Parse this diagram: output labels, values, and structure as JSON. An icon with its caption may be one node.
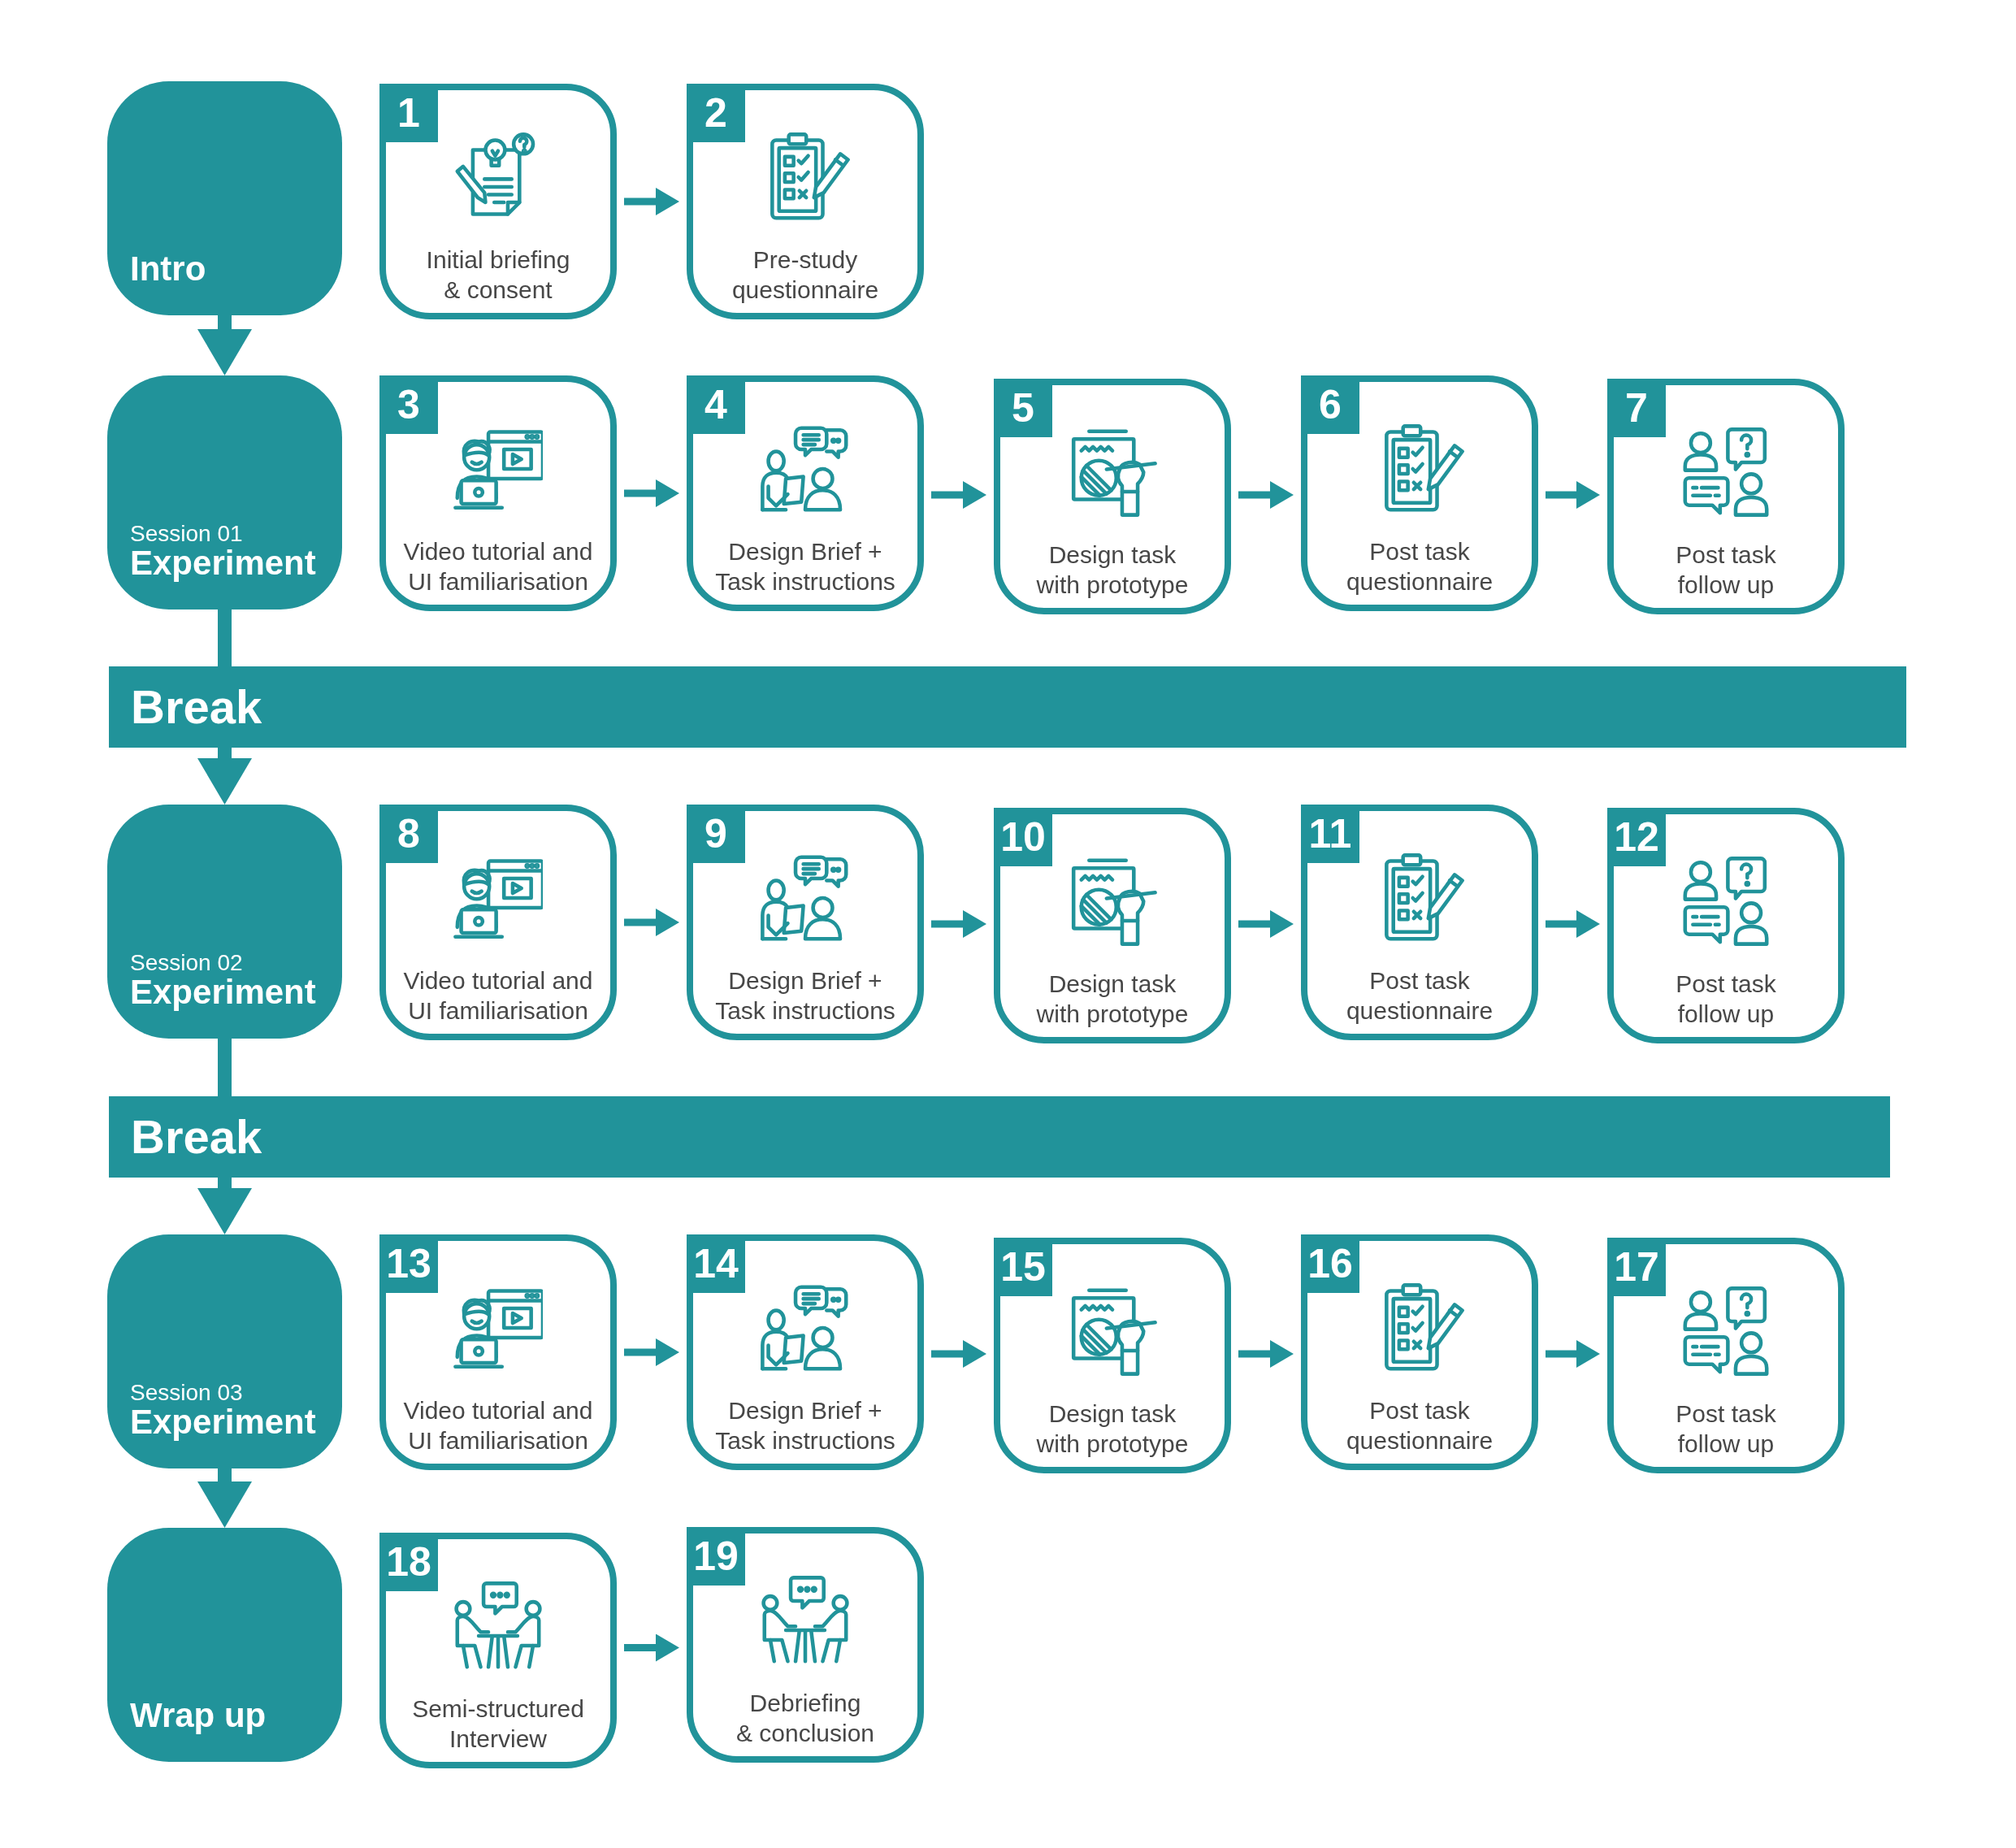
{
  "diagram": {
    "nodes": [
      {
        "text": [
          "Intro"
        ]
      },
      {
        "text": [
          "1",
          "Initial briefing & consent"
        ]
      },
      {
        "text": [
          "2",
          "Pre-study questionnaire"
        ]
      },
      {
        "text": [
          "Session 01",
          "Experiment"
        ]
      },
      {
        "text": [
          "3",
          "Video tutorial and UI familiarisation"
        ]
      },
      {
        "text": [
          "4",
          "Design Brief + Task instructions"
        ]
      },
      {
        "text": [
          "5",
          "Design task with prototype"
        ]
      },
      {
        "text": [
          "6",
          "Post task questionnaire"
        ]
      },
      {
        "text": [
          "7",
          "Post task follow up"
        ]
      },
      {
        "text": [
          "Break"
        ]
      },
      {
        "text": [
          "Session 02",
          "Experiment"
        ]
      },
      {
        "text": [
          "8",
          "Video tutorial and UI familiarisation"
        ]
      },
      {
        "text": [
          "9",
          "Design Brief + Task instructions"
        ]
      },
      {
        "text": [
          "10",
          "Design task with prototype"
        ]
      },
      {
        "text": [
          "11",
          "Post task questionnaire"
        ]
      },
      {
        "text": [
          "12",
          "Post task follow up"
        ]
      },
      {
        "text": [
          "Break"
        ]
      },
      {
        "text": [
          "Session 03",
          "Experiment"
        ]
      },
      {
        "text": [
          "13",
          "Video tutorial and UI familiarisation"
        ]
      },
      {
        "text": [
          "14",
          "Design Brief + Task instructions"
        ]
      },
      {
        "text": [
          "15",
          "Design task with prototype"
        ]
      },
      {
        "text": [
          "16",
          "Post task questionnaire"
        ]
      },
      {
        "text": [
          "17",
          "Post task follow up"
        ]
      },
      {
        "text": [
          "Wrap up"
        ]
      },
      {
        "text": [
          "18",
          "Semi-structured Interview"
        ]
      },
      {
        "text": [
          "19",
          "Debriefing & conclusion"
        ]
      }
    ],
    "edges": [
      {
        "from": 0,
        "to": 3,
        "arrow": "to",
        "style": "thick"
      },
      {
        "from": 1,
        "to": 2,
        "arrow": "to"
      },
      {
        "from": 3,
        "to": 9,
        "arrow": "none",
        "style": "thick"
      },
      {
        "from": 4,
        "to": 5,
        "arrow": "to"
      },
      {
        "from": 5,
        "to": 6,
        "arrow": "to"
      },
      {
        "from": 6,
        "to": 7,
        "arrow": "to"
      },
      {
        "from": 7,
        "to": 8,
        "arrow": "to"
      },
      {
        "from": 9,
        "to": 10,
        "arrow": "to",
        "style": "thick"
      },
      {
        "from": 10,
        "to": 16,
        "arrow": "none",
        "style": "thick"
      },
      {
        "from": 11,
        "to": 12,
        "arrow": "to"
      },
      {
        "from": 12,
        "to": 13,
        "arrow": "to"
      },
      {
        "from": 13,
        "to": 14,
        "arrow": "to"
      },
      {
        "from": 14,
        "to": 15,
        "arrow": "to"
      },
      {
        "from": 16,
        "to": 17,
        "arrow": "to",
        "style": "thick"
      },
      {
        "from": 17,
        "to": 23,
        "arrow": "to",
        "style": "thick"
      },
      {
        "from": 18,
        "to": 19,
        "arrow": "to"
      },
      {
        "from": 19,
        "to": 20,
        "arrow": "to"
      },
      {
        "from": 20,
        "to": 21,
        "arrow": "to"
      },
      {
        "from": 21,
        "to": 22,
        "arrow": "to"
      },
      {
        "from": 24,
        "to": 25,
        "arrow": "to"
      }
    ]
  }
}
